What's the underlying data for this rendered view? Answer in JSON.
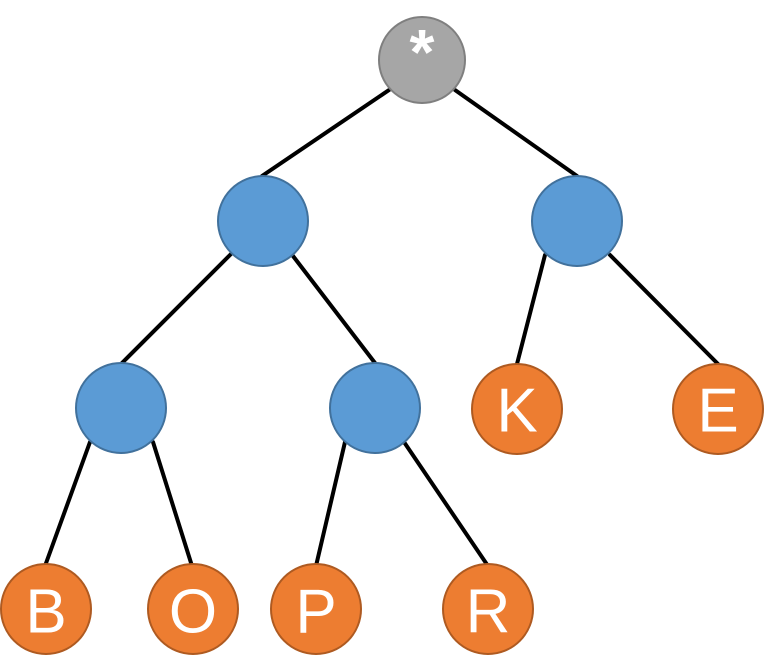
{
  "colors": {
    "root_fill": "#a6a6a6",
    "root_stroke": "#7f7f7f",
    "internal_fill": "#5b9bd5",
    "internal_stroke": "#41719c",
    "leaf_fill": "#ed7d31",
    "leaf_stroke": "#ae5a21",
    "edge": "#000000"
  },
  "tree": {
    "root": {
      "label": "*"
    },
    "internal_nodes": [
      "",
      "",
      "",
      "",
      ""
    ],
    "leaves": {
      "B": "B",
      "O": "O",
      "P": "P",
      "R": "R",
      "K": "K",
      "E": "E"
    }
  }
}
